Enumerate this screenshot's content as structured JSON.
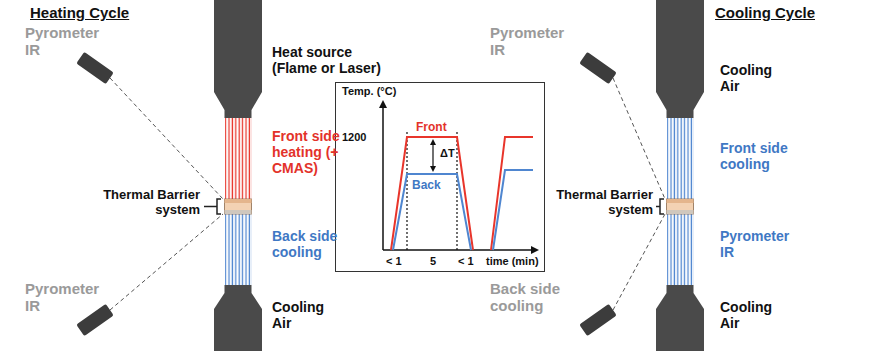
{
  "diagram": {
    "nodes": [
      {
        "text": [
          "Heat source (Flame or Laser)"
        ]
      },
      {
        "text": [
          "Cooling Air"
        ]
      },
      {
        "text": [
          "Temp. (°C)",
          "1200",
          "Front",
          "ΔT",
          "Back",
          "< 1",
          "5",
          "< 1",
          "time (min)"
        ]
      },
      {
        "text": [
          "Cooling Air"
        ]
      },
      {
        "text": [
          "Cooling Air"
        ]
      }
    ],
    "labels": [
      "Heating Cycle",
      "Pyrometer IR",
      "Front side heating (+ CMAS)",
      "Thermal Barrier system",
      "Pyrometer IR",
      "Back side cooling",
      "Cooling Cycle",
      "Pyrometer IR",
      "Front side cooling",
      "Thermal Barrier system",
      "Back side cooling",
      "Pyrometer IR"
    ]
  }
}
